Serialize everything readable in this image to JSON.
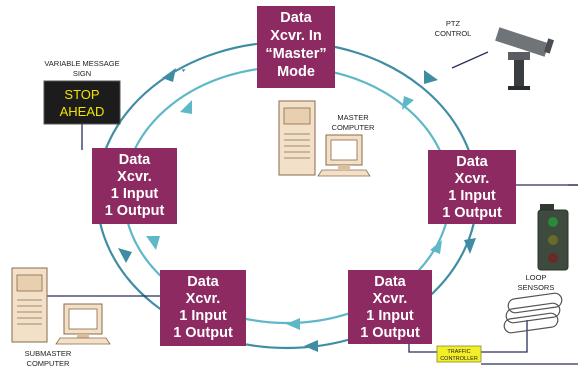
{
  "colors": {
    "node_fill": "#8e2a62",
    "outer_ring": "#3f8da3",
    "inner_ring": "#5fb8c8",
    "traffic_controller_fill": "#f3ee2a",
    "sign_fill": "#1c1c1c",
    "sign_text": "#f2e400"
  },
  "nodes": [
    {
      "id": "master",
      "lines": [
        "Data",
        "Xcvr. In",
        "“Master”",
        "Mode"
      ]
    },
    {
      "id": "left",
      "lines": [
        "Data",
        "Xcvr.",
        "1 Input",
        "1 Output"
      ]
    },
    {
      "id": "right",
      "lines": [
        "Data",
        "Xcvr.",
        "1 Input",
        "1 Output"
      ]
    },
    {
      "id": "bottom-left",
      "lines": [
        "Data",
        "Xcvr.",
        "1 Input",
        "1 Output"
      ]
    },
    {
      "id": "bottom-right",
      "lines": [
        "Data",
        "Xcvr.",
        "1 Input",
        "1 Output"
      ]
    }
  ],
  "labels": {
    "variable_message_sign": [
      "VARIABLE MESSAGE",
      "SIGN"
    ],
    "ptz_control": [
      "PTZ",
      "CONTROL"
    ],
    "master_computer": [
      "MASTER",
      "COMPUTER"
    ],
    "loop_sensors": [
      "LOOP",
      "SENSORS"
    ],
    "submaster_computer": [
      "SUBMASTER",
      "COMPUTER"
    ],
    "traffic_controller": [
      "TRAFFIC",
      "CONTROLLER"
    ]
  },
  "sign_message": [
    "STOP",
    "AHEAD"
  ],
  "icons": [
    "variable-message-sign-icon",
    "ptz-camera-icon",
    "master-computer-icon",
    "traffic-signal-icon",
    "loop-sensors-icon",
    "submaster-computer-icon",
    "ring-arrow-icon"
  ]
}
